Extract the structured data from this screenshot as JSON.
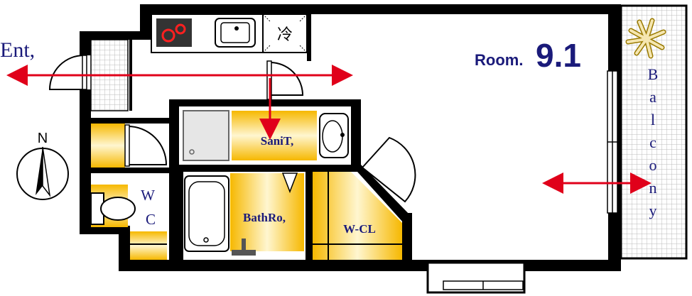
{
  "plan": {
    "entrance_label": "Ent,",
    "room_label": "Room.",
    "room_size": "9.1",
    "sanitary_label": "SaniT,",
    "bathroom_label": "BathRo,",
    "closet_label": "W-CL",
    "toilet_label_1": "W",
    "toilet_label_2": "C",
    "north_label": "N",
    "fridge_label": "冷",
    "balcony_letters": [
      "B",
      "a",
      "l",
      "c",
      "o",
      "n",
      "y"
    ]
  },
  "colors": {
    "wall": "#000000",
    "text": "#1a1a7a",
    "arrow": "#e0001a",
    "wet_area": "#f7c21a",
    "tile": "#c8c8c8"
  }
}
